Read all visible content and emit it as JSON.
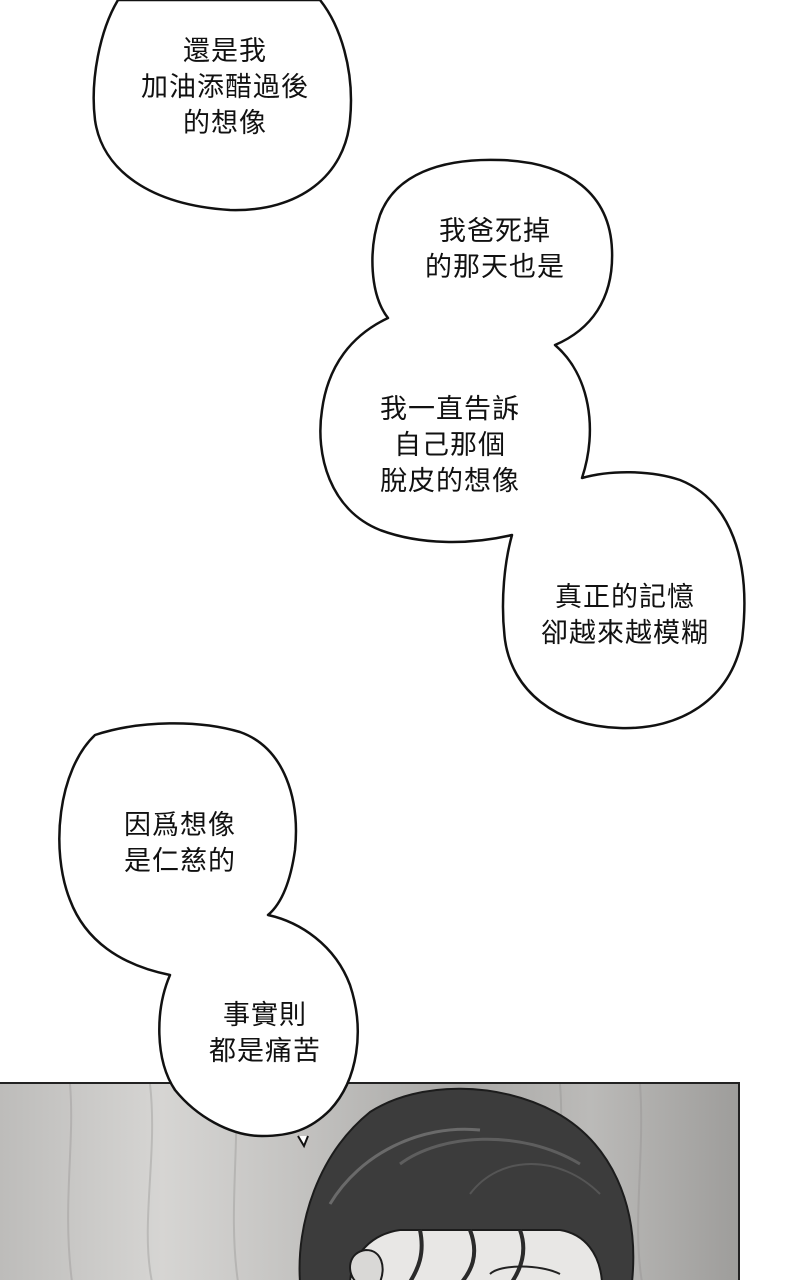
{
  "bubbles": [
    {
      "lines": [
        "還是我",
        "加油添醋過後",
        "的想像"
      ]
    },
    {
      "lines": [
        "我爸死掉",
        "的那天也是"
      ]
    },
    {
      "lines": [
        "我一直告訴",
        "自己那個",
        "脫皮的想像"
      ]
    },
    {
      "lines": [
        "真正的記憶",
        "卻越來越模糊"
      ]
    },
    {
      "lines": [
        "因爲想像",
        "是仁慈的"
      ]
    },
    {
      "lines": [
        "事實則",
        "都是痛苦"
      ]
    }
  ],
  "colors": {
    "ink": "#111111",
    "bubble_fill": "#ffffff",
    "panel_bg": "#bdbcba",
    "hair": "#3c3c3c"
  }
}
